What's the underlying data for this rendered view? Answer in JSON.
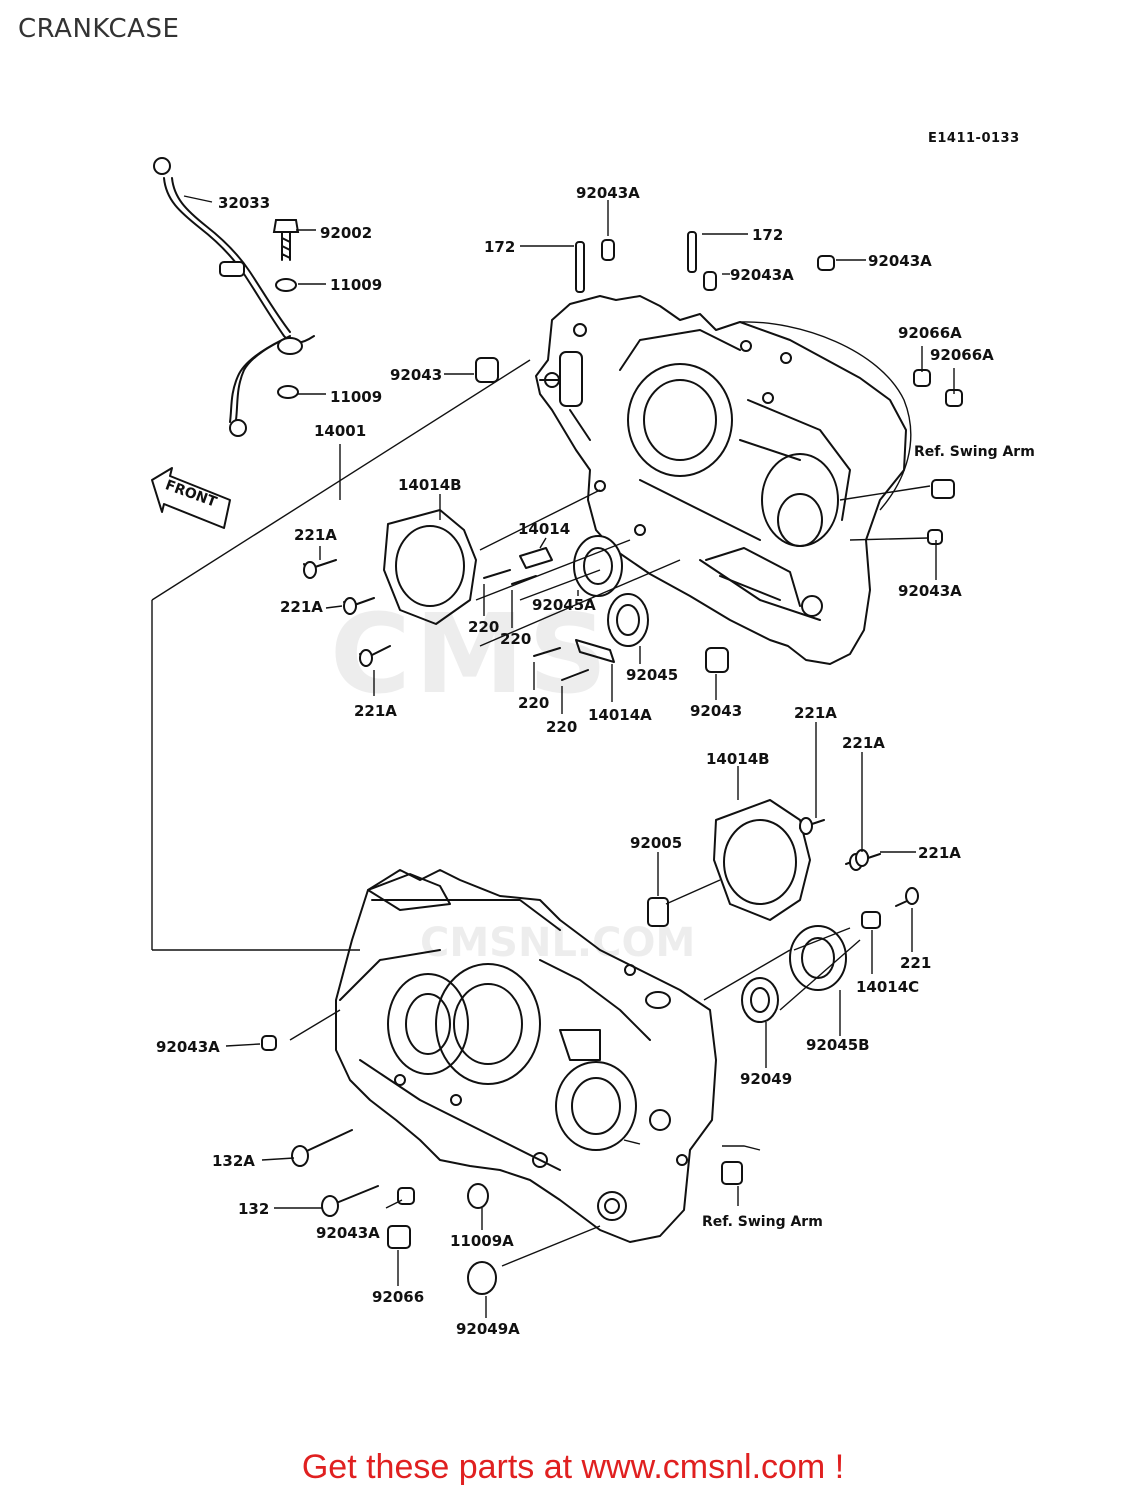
{
  "title": "CRANKCASE",
  "diagram_code": "E1411-0133",
  "front_label": "FRONT",
  "ref_swing_arm": "Ref. Swing Arm",
  "watermark": "CMS",
  "watermark_url": "CMSNL.COM",
  "footer": "Get these parts at www.cmsnl.com !",
  "labels": {
    "p32033": "32033",
    "p92002": "92002",
    "p11009a": "11009",
    "p11009b": "11009",
    "p14001": "14001",
    "p92043A_top": "92043A",
    "p172_left": "172",
    "p172_right": "172",
    "p92043A_mid": "92043A",
    "p92043A_right": "92043A",
    "p92043_left": "92043",
    "p92066A_1": "92066A",
    "p92066A_2": "92066A",
    "p14014B_top": "14014B",
    "p221A_1": "221A",
    "p221A_2": "221A",
    "p221A_3": "221A",
    "p14014": "14014",
    "p92045A": "92045A",
    "p220_1": "220",
    "p220_2": "220",
    "p220_3": "220",
    "p220_4": "220",
    "p92045": "92045",
    "p14014A": "14014A",
    "p92043_bottom": "92043",
    "p92043A_r2": "92043A",
    "p221A_4": "221A",
    "p221A_5": "221A",
    "p14014B_bot": "14014B",
    "p221A_6": "221A",
    "p92005": "92005",
    "p221": "221",
    "p14014C": "14014C",
    "p92045B": "92045B",
    "p92049": "92049",
    "p92043A_low": "92043A",
    "p132A": "132A",
    "p132": "132",
    "p92043A_b": "92043A",
    "p11009A": "11009A",
    "p92066": "92066",
    "p92049A": "92049A"
  }
}
